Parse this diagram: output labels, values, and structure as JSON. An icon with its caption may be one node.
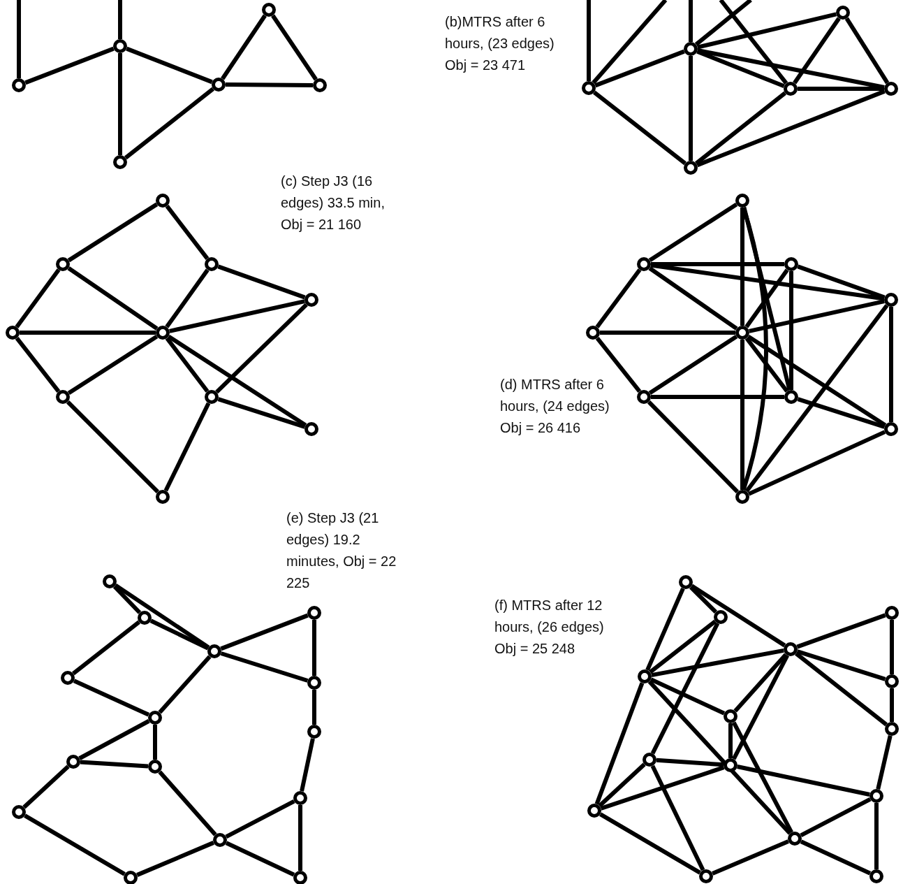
{
  "diagram": {
    "nodes": [
      {
        "text": [],
        "shape": "circle"
      },
      {
        "text": [],
        "shape": "circle"
      },
      {
        "text": [],
        "shape": "circle"
      },
      {
        "text": [],
        "shape": "circle"
      },
      {
        "text": [],
        "shape": "circle"
      },
      {
        "text": [],
        "shape": "circle"
      },
      {
        "text": [],
        "shape": "circle"
      },
      {
        "text": [],
        "shape": "circle"
      },
      {
        "text": [],
        "shape": "circle"
      },
      {
        "text": [],
        "shape": "circle"
      },
      {
        "text": [],
        "shape": "circle"
      },
      {
        "text": [],
        "shape": "circle"
      },
      {
        "text": [],
        "shape": "circle"
      },
      {
        "text": [],
        "shape": "circle"
      },
      {
        "text": [],
        "shape": "circle"
      },
      {
        "text": [],
        "shape": "circle"
      },
      {
        "text": [],
        "shape": "circle"
      },
      {
        "text": [],
        "shape": "circle"
      },
      {
        "text": [],
        "shape": "circle"
      },
      {
        "text": [],
        "shape": "circle"
      },
      {
        "text": [],
        "shape": "circle"
      },
      {
        "text": [],
        "shape": "circle"
      },
      {
        "text": [],
        "shape": "circle"
      },
      {
        "text": [],
        "shape": "circle"
      },
      {
        "text": [],
        "shape": "circle"
      },
      {
        "text": [],
        "shape": "circle"
      },
      {
        "text": [],
        "shape": "circle"
      },
      {
        "text": [],
        "shape": "circle"
      },
      {
        "text": [],
        "shape": "circle"
      },
      {
        "text": [],
        "shape": "circle"
      },
      {
        "text": [],
        "shape": "circle"
      },
      {
        "text": [],
        "shape": "circle"
      },
      {
        "text": [],
        "shape": "circle"
      },
      {
        "text": [],
        "shape": "circle"
      },
      {
        "text": [],
        "shape": "circle"
      },
      {
        "text": [],
        "shape": "circle"
      },
      {
        "text": [],
        "shape": "circle"
      },
      {
        "text": [],
        "shape": "circle"
      },
      {
        "text": [],
        "shape": "circle"
      },
      {
        "text": [],
        "shape": "circle"
      },
      {
        "text": [],
        "shape": "circle"
      },
      {
        "text": [],
        "shape": "circle"
      },
      {
        "text": [],
        "shape": "circle"
      },
      {
        "text": [],
        "shape": "circle"
      },
      {
        "text": [],
        "shape": "circle"
      },
      {
        "text": [],
        "shape": "circle"
      },
      {
        "text": [],
        "shape": "circle"
      },
      {
        "text": [],
        "shape": "circle"
      },
      {
        "text": [],
        "shape": "circle"
      },
      {
        "text": [],
        "shape": "circle"
      },
      {
        "text": [],
        "shape": "circle"
      },
      {
        "text": [],
        "shape": "circle"
      },
      {
        "text": [],
        "shape": "circle"
      },
      {
        "text": [],
        "shape": "circle"
      },
      {
        "text": [],
        "shape": "circle"
      },
      {
        "text": [],
        "shape": "circle"
      },
      {
        "text": [],
        "shape": "circle"
      },
      {
        "text": [],
        "shape": "circle"
      },
      {
        "text": [],
        "shape": "circle"
      },
      {
        "text": [],
        "shape": "circle"
      },
      {
        "text": [],
        "shape": "circle"
      },
      {
        "text": [],
        "shape": "circle"
      }
    ],
    "edges": [
      {
        "from": 2,
        "to": 1,
        "arrow": "none"
      },
      {
        "from": 1,
        "to": 3,
        "arrow": "none"
      },
      {
        "from": 1,
        "to": 5,
        "arrow": "none"
      },
      {
        "from": 3,
        "to": 5,
        "arrow": "none"
      },
      {
        "from": 3,
        "to": 4,
        "arrow": "none"
      },
      {
        "from": 3,
        "to": 0,
        "arrow": "none"
      },
      {
        "from": 0,
        "to": 4,
        "arrow": "none"
      },
      {
        "from": 2,
        "to": null,
        "arrow": "none"
      },
      {
        "from": 1,
        "to": null,
        "arrow": "none"
      },
      {
        "from": 8,
        "to": null,
        "arrow": "none"
      },
      {
        "from": 8,
        "to": null,
        "arrow": "none"
      },
      {
        "from": 7,
        "to": null,
        "arrow": "none"
      },
      {
        "from": 7,
        "to": null,
        "arrow": "none"
      },
      {
        "from": null,
        "to": 9,
        "arrow": "none"
      },
      {
        "from": 8,
        "to": 7,
        "arrow": "none"
      },
      {
        "from": 8,
        "to": 11,
        "arrow": "none"
      },
      {
        "from": 7,
        "to": 11,
        "arrow": "none"
      },
      {
        "from": 11,
        "to": 9,
        "arrow": "none"
      },
      {
        "from": 11,
        "to": 10,
        "arrow": "none"
      },
      {
        "from": 9,
        "to": 10,
        "arrow": "none"
      },
      {
        "from": 7,
        "to": 6,
        "arrow": "none"
      },
      {
        "from": 7,
        "to": 10,
        "arrow": "none"
      },
      {
        "from": 7,
        "to": 9,
        "arrow": "none"
      },
      {
        "from": 6,
        "to": 9,
        "arrow": "none"
      },
      {
        "from": 6,
        "to": 10,
        "arrow": "none"
      },
      {
        "from": 12,
        "to": 13,
        "arrow": "none"
      },
      {
        "from": 12,
        "to": 14,
        "arrow": "none"
      },
      {
        "from": 13,
        "to": 16,
        "arrow": "none"
      },
      {
        "from": 13,
        "to": 17,
        "arrow": "none"
      },
      {
        "from": 14,
        "to": 17,
        "arrow": "none"
      },
      {
        "from": 14,
        "to": 15,
        "arrow": "none"
      },
      {
        "from": 16,
        "to": 17,
        "arrow": "none"
      },
      {
        "from": 17,
        "to": 15,
        "arrow": "none"
      },
      {
        "from": 16,
        "to": 18,
        "arrow": "none"
      },
      {
        "from": 18,
        "to": 17,
        "arrow": "none"
      },
      {
        "from": 17,
        "to": 19,
        "arrow": "none"
      },
      {
        "from": 17,
        "to": 20,
        "arrow": "none"
      },
      {
        "from": 19,
        "to": 20,
        "arrow": "none"
      },
      {
        "from": 19,
        "to": 15,
        "arrow": "none"
      },
      {
        "from": 19,
        "to": 21,
        "arrow": "none"
      },
      {
        "from": 18,
        "to": 21,
        "arrow": "none"
      },
      {
        "from": 22,
        "to": 23,
        "arrow": "none"
      },
      {
        "from": 22,
        "to": 27,
        "arrow": "none"
      },
      {
        "from": 27,
        "to": 31,
        "arrow": "none"
      },
      {
        "from": 22,
        "to": 31,
        "arrow": "none"
      },
      {
        "from": 22,
        "to": 29,
        "arrow": "none"
      },
      {
        "from": 23,
        "to": 24,
        "arrow": "none"
      },
      {
        "from": 23,
        "to": 25,
        "arrow": "none"
      },
      {
        "from": 23,
        "to": 27,
        "arrow": "none"
      },
      {
        "from": 27,
        "to": 30,
        "arrow": "none"
      },
      {
        "from": 23,
        "to": 26,
        "arrow": "none"
      },
      {
        "from": 26,
        "to": 27,
        "arrow": "none"
      },
      {
        "from": 26,
        "to": 28,
        "arrow": "none"
      },
      {
        "from": 28,
        "to": 27,
        "arrow": "none"
      },
      {
        "from": 27,
        "to": 24,
        "arrow": "none"
      },
      {
        "from": 24,
        "to": 29,
        "arrow": "none"
      },
      {
        "from": 24,
        "to": 25,
        "arrow": "none"
      },
      {
        "from": 27,
        "to": 25,
        "arrow": "none"
      },
      {
        "from": 25,
        "to": 30,
        "arrow": "none"
      },
      {
        "from": 25,
        "to": 31,
        "arrow": "none"
      },
      {
        "from": 30,
        "to": 31,
        "arrow": "none"
      },
      {
        "from": 28,
        "to": 31,
        "arrow": "none"
      },
      {
        "from": 28,
        "to": 29,
        "arrow": "none"
      },
      {
        "from": 27,
        "to": 29,
        "arrow": "none"
      },
      {
        "from": 29,
        "to": 30,
        "arrow": "none"
      },
      {
        "from": 32,
        "to": 35,
        "arrow": "none"
      },
      {
        "from": 32,
        "to": 33,
        "arrow": "none"
      },
      {
        "from": 33,
        "to": 35,
        "arrow": "none"
      },
      {
        "from": 33,
        "to": 36,
        "arrow": "none"
      },
      {
        "from": 35,
        "to": 34,
        "arrow": "none"
      },
      {
        "from": 35,
        "to": 37,
        "arrow": "none"
      },
      {
        "from": 35,
        "to": 38,
        "arrow": "none"
      },
      {
        "from": 36,
        "to": 38,
        "arrow": "none"
      },
      {
        "from": 38,
        "to": 40,
        "arrow": "none"
      },
      {
        "from": 38,
        "to": 41,
        "arrow": "none"
      },
      {
        "from": 40,
        "to": 41,
        "arrow": "none"
      },
      {
        "from": 40,
        "to": 43,
        "arrow": "none"
      },
      {
        "from": 43,
        "to": 45,
        "arrow": "none"
      },
      {
        "from": 41,
        "to": 44,
        "arrow": "none"
      },
      {
        "from": 45,
        "to": 44,
        "arrow": "none"
      },
      {
        "from": 44,
        "to": 42,
        "arrow": "none"
      },
      {
        "from": 44,
        "to": 46,
        "arrow": "none"
      },
      {
        "from": 42,
        "to": 46,
        "arrow": "none"
      },
      {
        "from": 34,
        "to": 37,
        "arrow": "none"
      },
      {
        "from": 37,
        "to": 39,
        "arrow": "none"
      },
      {
        "from": 39,
        "to": 42,
        "arrow": "none"
      },
      {
        "from": 47,
        "to": 50,
        "arrow": "none"
      },
      {
        "from": 47,
        "to": 48,
        "arrow": "none"
      },
      {
        "from": 47,
        "to": 51,
        "arrow": "none"
      },
      {
        "from": 48,
        "to": 51,
        "arrow": "none"
      },
      {
        "from": 48,
        "to": 55,
        "arrow": "none"
      },
      {
        "from": 51,
        "to": 50,
        "arrow": "none"
      },
      {
        "from": 50,
        "to": 49,
        "arrow": "none"
      },
      {
        "from": 50,
        "to": 52,
        "arrow": "none"
      },
      {
        "from": 50,
        "to": 54,
        "arrow": "none"
      },
      {
        "from": 50,
        "to": 53,
        "arrow": "none"
      },
      {
        "from": 50,
        "to": 56,
        "arrow": "none"
      },
      {
        "from": 51,
        "to": 53,
        "arrow": "none"
      },
      {
        "from": 51,
        "to": 59,
        "arrow": "none"
      },
      {
        "from": 51,
        "to": 58,
        "arrow": "none"
      },
      {
        "from": 53,
        "to": 56,
        "arrow": "none"
      },
      {
        "from": 53,
        "to": 59,
        "arrow": "none"
      },
      {
        "from": 49,
        "to": 52,
        "arrow": "none"
      },
      {
        "from": 52,
        "to": 54,
        "arrow": "none"
      },
      {
        "from": 54,
        "to": 57,
        "arrow": "none"
      },
      {
        "from": 55,
        "to": 56,
        "arrow": "none"
      },
      {
        "from": 56,
        "to": 57,
        "arrow": "none"
      },
      {
        "from": 55,
        "to": 58,
        "arrow": "none"
      },
      {
        "from": 55,
        "to": 60,
        "arrow": "none"
      },
      {
        "from": 58,
        "to": 56,
        "arrow": "none"
      },
      {
        "from": 58,
        "to": 60,
        "arrow": "none"
      },
      {
        "from": 60,
        "to": 59,
        "arrow": "none"
      },
      {
        "from": 59,
        "to": 57,
        "arrow": "none"
      },
      {
        "from": 59,
        "to": 61,
        "arrow": "none"
      },
      {
        "from": 57,
        "to": 61,
        "arrow": "none"
      }
    ],
    "labels": [
      "(b)MTRS after 6 hours, (23 edges) Obj = 23 471",
      "(c) Step J3 (16 edges) 33.5 min, Obj = 21 160",
      "(d) MTRS after 6 hours, (24 edges) Obj = 26 416",
      "(e) Step J3 (21 edges) 19.2 minutes, Obj = 22 225",
      "(f) MTRS after 12 hours, (26 edges) Obj = 25 248"
    ]
  }
}
